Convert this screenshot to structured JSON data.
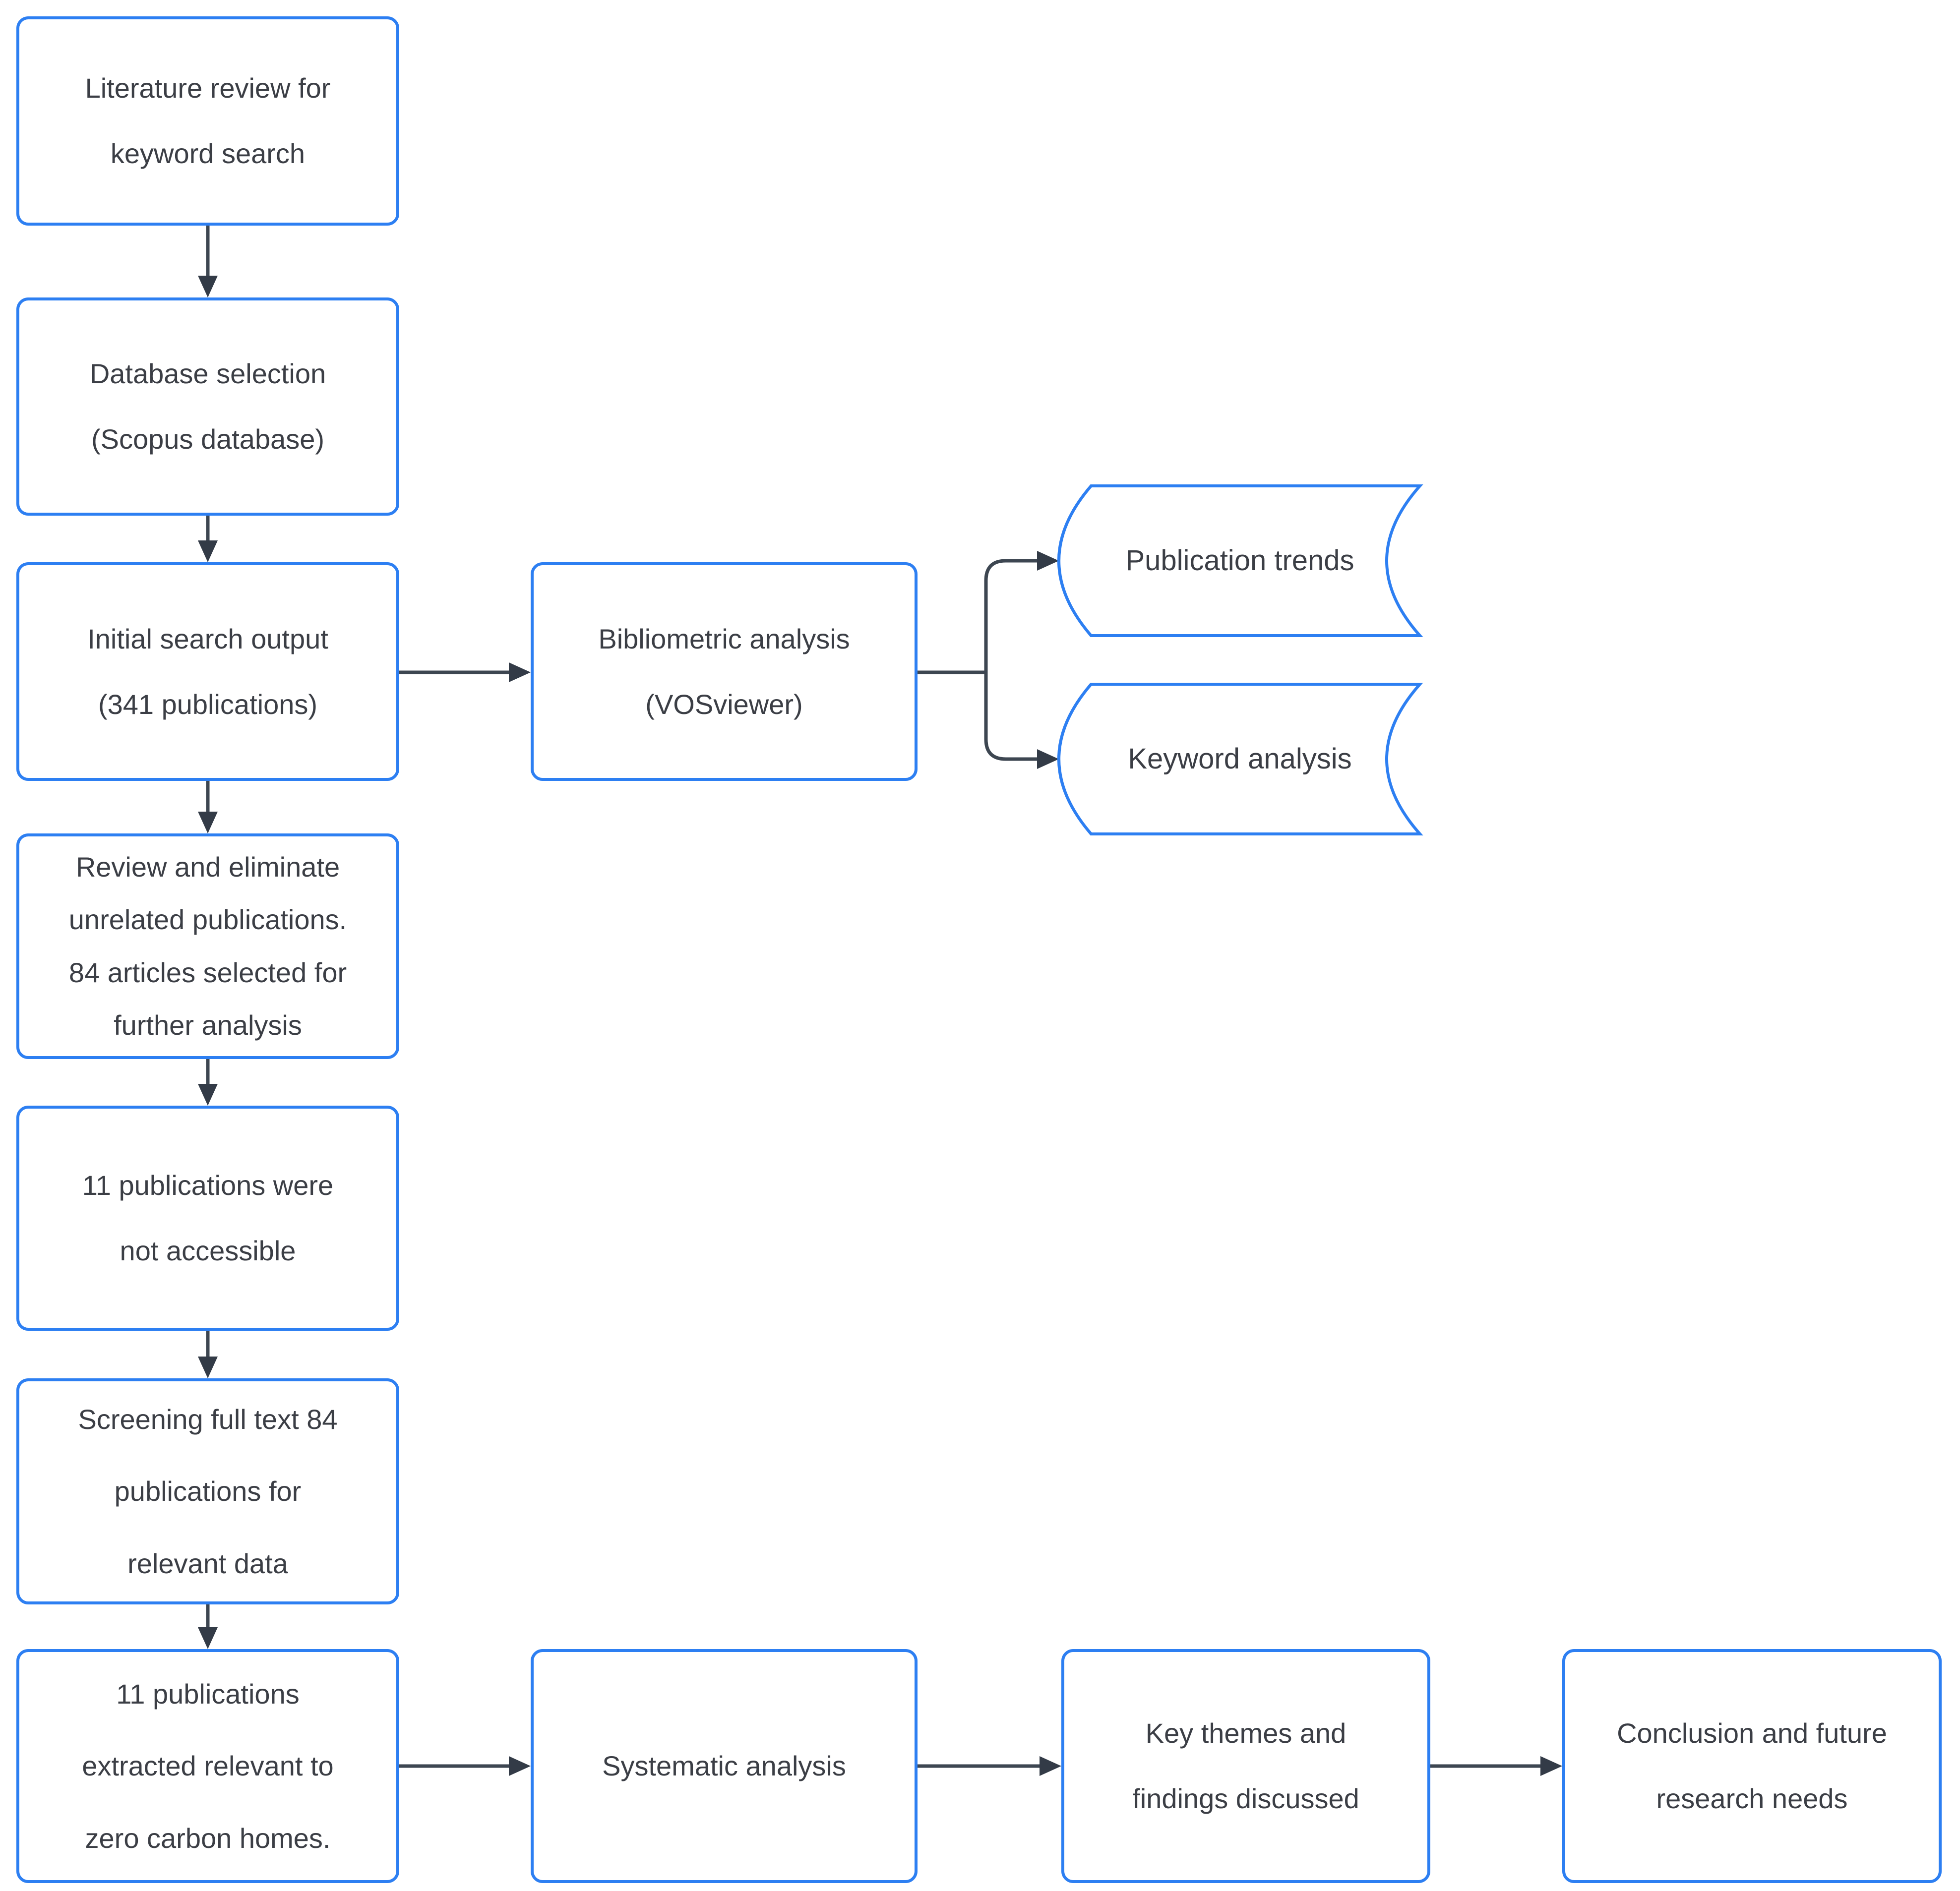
{
  "figure": {
    "type": "flowchart",
    "background": "#ffffff"
  },
  "palette": {
    "node_border": "#2d7ff2",
    "node_fill": "#ffffff",
    "connector": "#3d4651",
    "arrowhead": "#333b47",
    "text": "#3b3e45"
  },
  "nodes": {
    "literature_review": {
      "shape": "rounded-rect",
      "text": "Literature review for\nkeyword search"
    },
    "database_selection": {
      "shape": "rounded-rect",
      "text": "Database selection\n(Scopus database)"
    },
    "initial_search_output": {
      "shape": "rounded-rect",
      "text": "Initial search output\n(341 publications)"
    },
    "bibliometric_analysis": {
      "shape": "rounded-rect",
      "text": "Bibliometric analysis\n(VOSviewer)"
    },
    "publication_trends": {
      "shape": "stored-data",
      "text": "Publication trends"
    },
    "keyword_analysis": {
      "shape": "stored-data",
      "text": "Keyword analysis"
    },
    "review_eliminate": {
      "shape": "rounded-rect",
      "text": "Review and eliminate\nunrelated publications.\n84 articles selected for\nfurther analysis"
    },
    "not_accessible": {
      "shape": "rounded-rect",
      "text": "11 publications were\nnot accessible"
    },
    "screening_full_text": {
      "shape": "rounded-rect",
      "text": "Screening full text 84\npublications for\nrelevant data"
    },
    "extracted_publications": {
      "shape": "rounded-rect",
      "text": "11 publications\nextracted relevant to\nzero carbon homes."
    },
    "systematic_analysis": {
      "shape": "rounded-rect",
      "text": "Systematic analysis"
    },
    "key_themes": {
      "shape": "rounded-rect",
      "text": "Key themes and\nfindings discussed"
    },
    "conclusion": {
      "shape": "rounded-rect",
      "text": "Conclusion and future\nresearch needs"
    }
  },
  "edges": [
    {
      "from": "literature_review",
      "to": "database_selection"
    },
    {
      "from": "database_selection",
      "to": "initial_search_output"
    },
    {
      "from": "initial_search_output",
      "to": "bibliometric_analysis"
    },
    {
      "from": "bibliometric_analysis",
      "to": "publication_trends"
    },
    {
      "from": "bibliometric_analysis",
      "to": "keyword_analysis"
    },
    {
      "from": "initial_search_output",
      "to": "review_eliminate"
    },
    {
      "from": "review_eliminate",
      "to": "not_accessible"
    },
    {
      "from": "not_accessible",
      "to": "screening_full_text"
    },
    {
      "from": "screening_full_text",
      "to": "extracted_publications"
    },
    {
      "from": "extracted_publications",
      "to": "systematic_analysis"
    },
    {
      "from": "systematic_analysis",
      "to": "key_themes"
    },
    {
      "from": "key_themes",
      "to": "conclusion"
    }
  ]
}
